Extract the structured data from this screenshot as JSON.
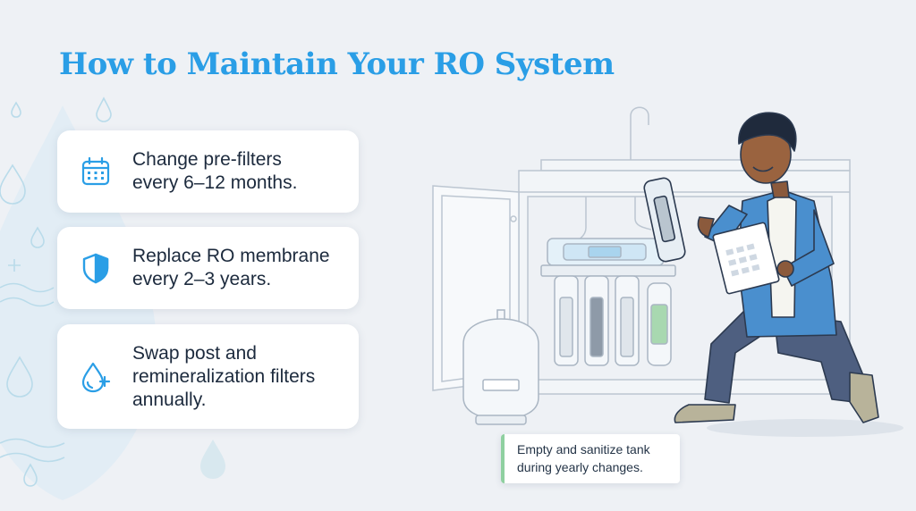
{
  "title": "How to Maintain Your RO System",
  "cards": [
    {
      "icon": "calendar-icon",
      "lines": [
        "Change pre-filters",
        "every 6–12 months."
      ]
    },
    {
      "icon": "shield-icon",
      "lines": [
        "Replace RO membrane",
        "every 2–3 years."
      ]
    },
    {
      "icon": "water-drop-plus-icon",
      "lines": [
        "Swap post and",
        "remineralization filters",
        "annually."
      ]
    }
  ],
  "note": {
    "lines": [
      "Empty and sanitize tank",
      "during yearly changes."
    ]
  },
  "colors": {
    "title": "#2a9ee6",
    "icon": "#2a9ee6",
    "background": "#eef1f5",
    "card": "#ffffff",
    "text": "#1c2a3d",
    "note_accent": "#8fd0a0",
    "shirt": "#4a8fce",
    "pants": "#4e5f80"
  }
}
